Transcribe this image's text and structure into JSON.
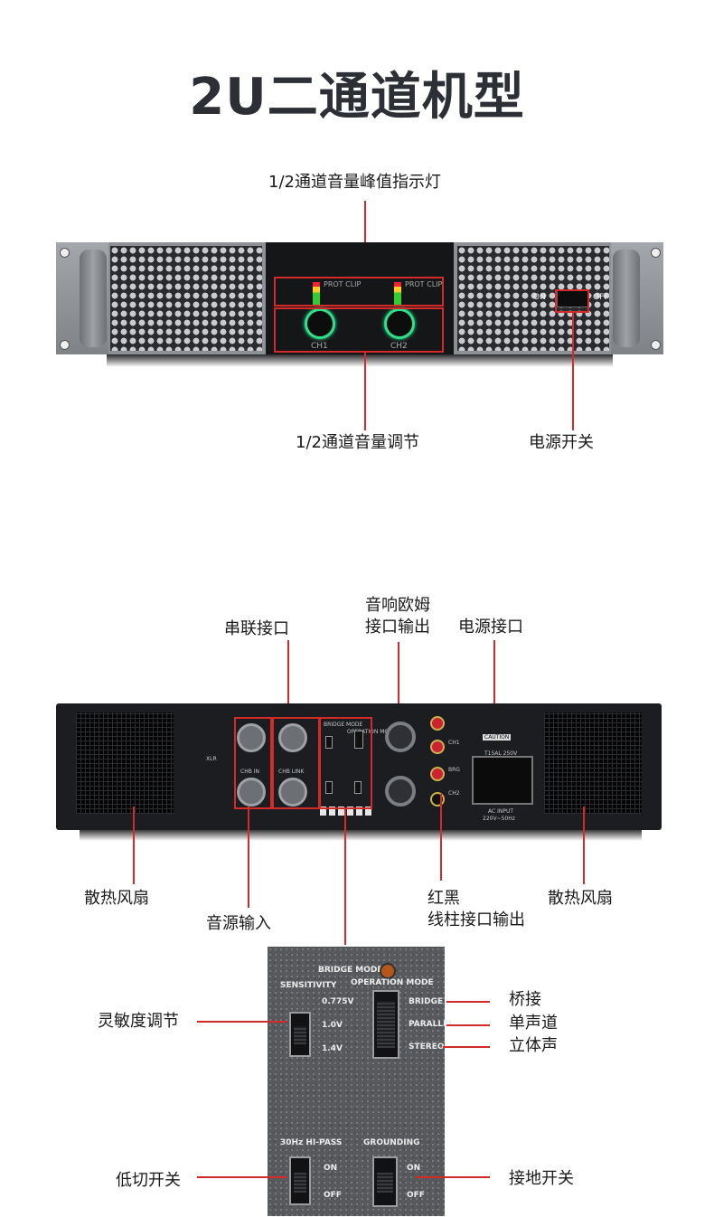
{
  "title": "2U二通道机型",
  "front": {
    "label_peak": "1/2通道音量峰值指示灯",
    "label_volume": "1/2通道音量调节",
    "label_power_switch": "电源开关",
    "ch1": "CH1",
    "ch2": "CH2",
    "switch_on": "ON",
    "switch_off": "OFF",
    "meter_text": "PROT CLIP"
  },
  "rear": {
    "label_link": "串联接口",
    "label_speakon": "音响欧姆\n接口输出",
    "label_power_inlet": "电源接口",
    "label_fan_left": "散热风扇",
    "label_fan_right": "散热风扇",
    "label_input": "音源输入",
    "label_binding": "红黑\n线柱接口输出",
    "chb_in": "CHB IN",
    "chb_link": "CHB LINK",
    "bridge_mode": "BRIDGE MODE",
    "operation_mode": "OPERATION MODE",
    "ch1": "CH1",
    "brg": "BRG",
    "ch2": "CH2",
    "caution": "CAUTION",
    "ac_input": "AC INPUT",
    "ac_voltage": "220V~50Hz",
    "fuse": "T15AL 250V"
  },
  "closeup": {
    "bridge_mode": "BRIDGE MODE",
    "sensitivity": "SENSITIVITY",
    "operation_mode": "OPERATION MODE",
    "sens_values": [
      "0.775V",
      "1.0V",
      "1.4V"
    ],
    "op_values": [
      "BRIDGE",
      "PARALLEL",
      "STEREO"
    ],
    "hipass": "30Hz HI-PASS",
    "grounding": "GROUNDING",
    "on": "ON",
    "off": "OFF",
    "label_sensitivity": "灵敏度调节",
    "label_bridge": "桥接",
    "label_mono": "单声道",
    "label_stereo": "立体声",
    "label_lowcut": "低切开关",
    "label_ground": "接地开关"
  },
  "colors": {
    "accent": "#d42a2a",
    "led_green": "#2fe08a",
    "title": "#2d2f36"
  }
}
